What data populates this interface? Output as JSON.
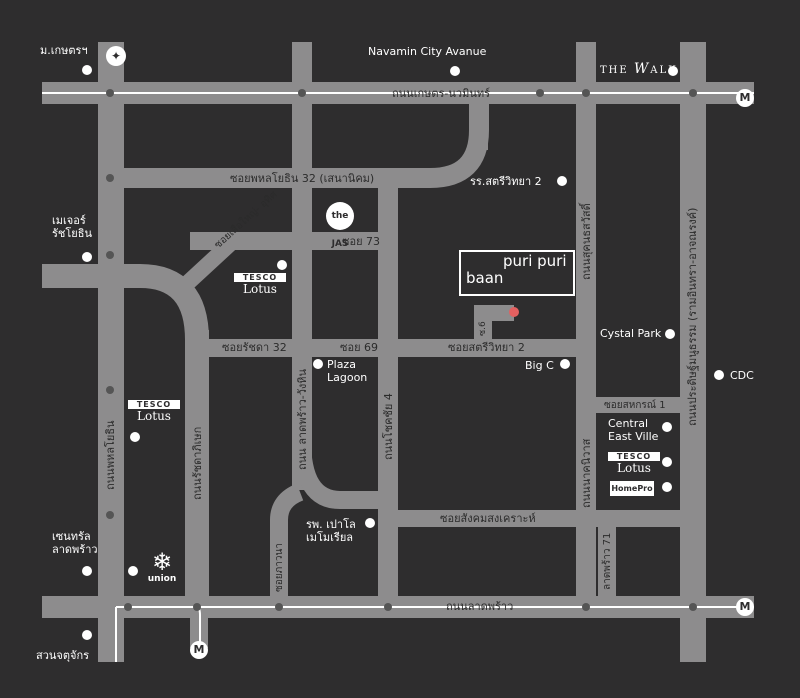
{
  "map": {
    "destination": {
      "name_part1": "baan",
      "name_part2": "puri puri"
    },
    "roads": {
      "kaset_nawamin": "ถนนเกษตร-นวมินทร์",
      "ladprao": "ถนนลาดพร้าว",
      "phaholyothin": "ถนนพหลโยธิน",
      "ratchada": "ถนนรัชดาภิเษก",
      "praditmanutham": "ถนนประดิษฐ์มนูธรรม (รามอินทรา-อาจณรงค์)",
      "ladprao_wanghin": "ถนน ลาดพร้าว-วังหิน",
      "chokchai4": "ถนนโชคชัย 4",
      "sukonthasawat": "ถนนสุคนธสวัสดิ์",
      "nakniwat": "ถนนนาคนิวาส",
      "soi_phaholyothin32": "ซอยพหลโยธิน 32 (เสนานิคม)",
      "soi_seuayai": "ซอยเสือใหญ่- อุทิศ",
      "soi73": "ซอย 73",
      "soi_ratchada32": "ซอยรัชดา 32",
      "soi69": "ซอย 69",
      "soi_satriwittaya2": "ซอยสตรีวิทยา 2",
      "soi_sahakorn1": "ซอยสหกรณ์ 1",
      "soi_sangkhom": "ซอยสังคมสงเคราะห์",
      "ladprao71": "ลาดพร้าว 71",
      "soi_yothin_pattana": "ซอยภาวนา",
      "soi6": "ซ.6"
    },
    "places": {
      "kaset_u": "ม.เกษตรฯ",
      "navamin_city": "Navamin City Avanue",
      "the_walk_a": "THE",
      "the_walk_b": "W",
      "the_walk_c": "ALK",
      "major": "เมเจอร์\nรัชโยธิน",
      "jas": "the JAS",
      "satriwittaya2": "รร.สตรีวิทยา 2",
      "crystal_park": "Cystal Park",
      "cdc": "CDC",
      "plaza_lagoon": "Plaza\nLagoon",
      "bigc": "Big C",
      "central_east": "Central\nEast Ville",
      "homepro": "HomePro",
      "paolo": "รพ. เปาโล\nเมโมเรียล",
      "central_ladprao": "เซนทรัล\nลาดพร้าว",
      "union": "union",
      "chatuchak": "สวนจตุจักร",
      "tesco_top": "TESCO",
      "tesco_bottom": "Lotus",
      "metro": "M"
    }
  }
}
